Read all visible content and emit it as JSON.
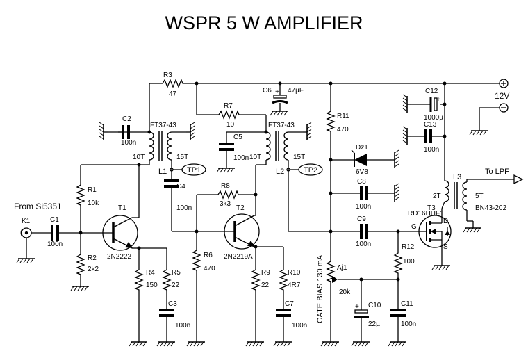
{
  "title": "WSPR 5 W AMPLIFIER",
  "labels": {
    "from": "From Si5351",
    "k1": "K1",
    "c1": "C1",
    "c1v": "100n",
    "r1": "R1",
    "r1v": "10k",
    "r2": "R2",
    "r2v": "2k2",
    "t1": "T1",
    "t1v": "2N2222",
    "r4": "R4",
    "r4v": "150",
    "r5": "R5",
    "r5v": "22",
    "c3": "C3",
    "c3v": "100n",
    "c2": "C2",
    "c2v": "100n",
    "ft1": "FT37-43",
    "l1_10t": "10T",
    "l1_15t": "15T",
    "l1": "L1",
    "tp1": "TP1",
    "r3": "R3",
    "r3v": "47",
    "c4": "C4",
    "c4v": "100n",
    "r6": "R6",
    "r6v": "470",
    "r7": "R7",
    "r7v": "10",
    "c5": "C5",
    "c5v": "100n",
    "c6": "C6",
    "c6v": "47µF",
    "ft2": "FT37-43",
    "l2_10t": "10T",
    "l2_15t": "15T",
    "l2": "L2",
    "tp2": "TP2",
    "r8": "R8",
    "r8v": "3k3",
    "t2": "T2",
    "t2v": "2N2219A",
    "r9": "R9",
    "r9v": "22",
    "r10": "R10",
    "r10v": "4R7",
    "c7": "C7",
    "c7v": "100n",
    "r11": "R11",
    "r11v": "470",
    "dz1": "Dz1",
    "dz1v": "6V8",
    "c8": "C8",
    "c8v": "100n",
    "c9": "C9",
    "c9v": "100n",
    "gate_bias": "GATE BIAS 130 mA",
    "aj1": "Aj1",
    "aj1v": "20k",
    "c10": "C10",
    "c10v": "22µ",
    "r12": "R12",
    "r12v": "100",
    "c11": "C11",
    "c11v": "100n",
    "c12": "C12",
    "c12v": "1000µ",
    "c13": "C13",
    "c13v": "100n",
    "l3": "L3",
    "l3_2t": "2T",
    "l3_5t": "5T",
    "l3_core": "BN43-202",
    "t3": "T3",
    "t3v": "RD16HHF1",
    "g": "G",
    "d": "D",
    "s": "S",
    "to_lpf": "To LPF",
    "v12": "12V",
    "plus": "+",
    "minus": "−"
  }
}
